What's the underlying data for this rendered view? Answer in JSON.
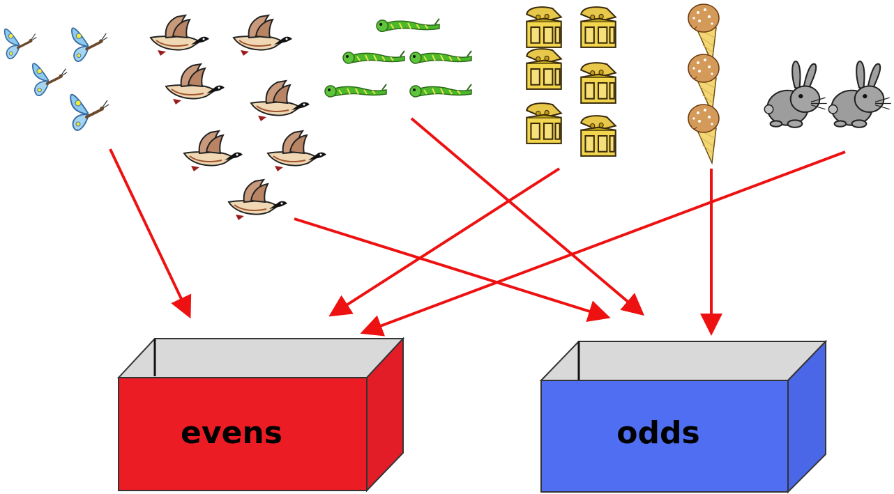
{
  "boxes": {
    "evens": {
      "label": "evens",
      "color": "#ec1c24"
    },
    "odds": {
      "label": "odds",
      "color": "#4f6ef2"
    }
  },
  "groups": [
    {
      "name": "butterflies",
      "icon": "butterfly-icon",
      "count": 4,
      "target": "evens"
    },
    {
      "name": "geese",
      "icon": "goose-icon",
      "count": 7,
      "target": "odds"
    },
    {
      "name": "caterpillars",
      "icon": "caterpillar-icon",
      "count": 5,
      "target": "odds"
    },
    {
      "name": "treasure-chests",
      "icon": "treasure-chest-icon",
      "count": 6,
      "target": "evens"
    },
    {
      "name": "ice-creams",
      "icon": "ice-cream-icon",
      "count": 3,
      "target": "odds"
    },
    {
      "name": "rabbits",
      "icon": "rabbit-icon",
      "count": 2,
      "target": "evens"
    }
  ],
  "arrow_color": "#ee1111"
}
